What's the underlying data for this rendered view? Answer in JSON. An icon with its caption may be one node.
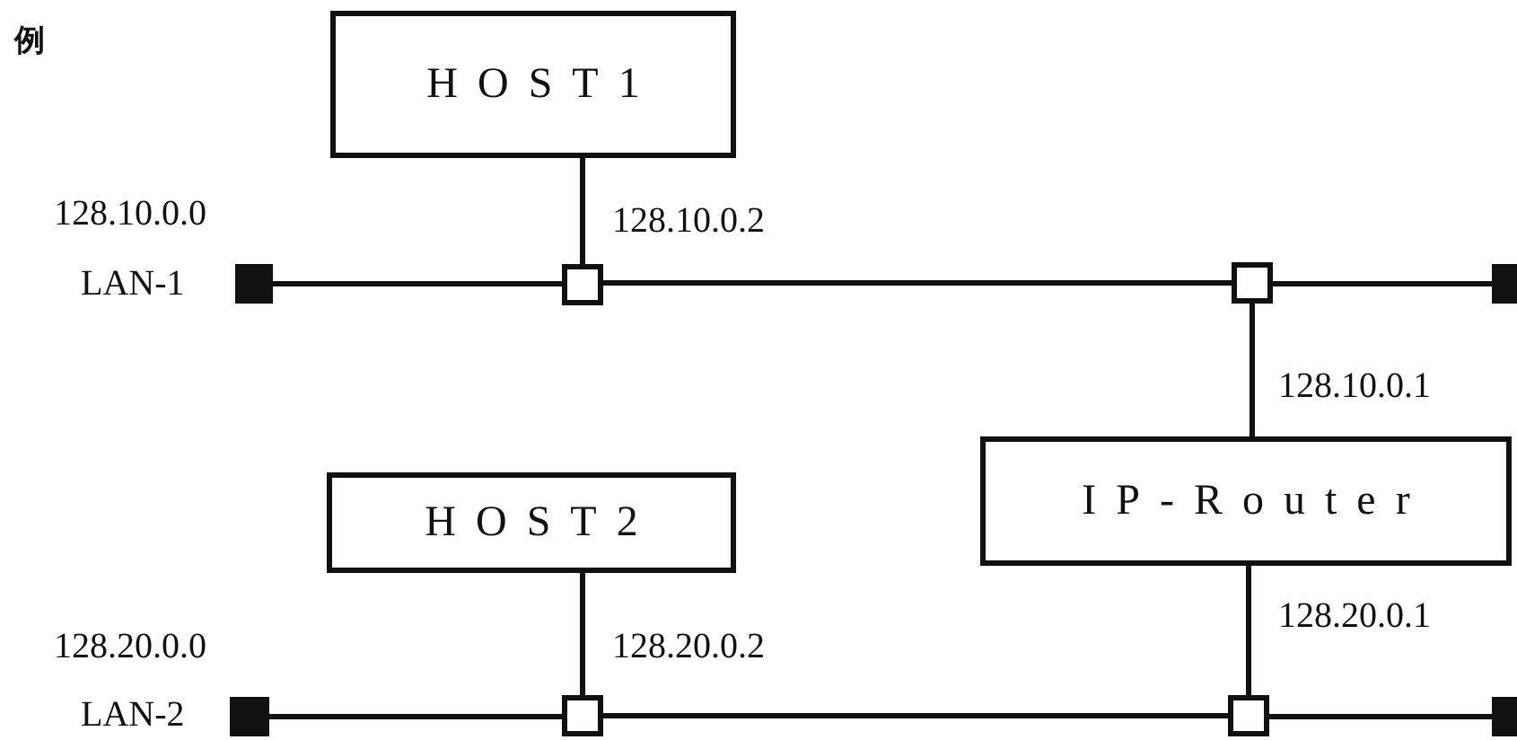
{
  "diagram": {
    "nodes": [
      {
        "text": [
          "HOST1"
        ]
      },
      {
        "text": [],
        "shape": "box"
      },
      {
        "text": [],
        "shape": "box"
      },
      {
        "text": [],
        "shape": "box"
      },
      {
        "text": [],
        "shape": "box"
      },
      {
        "text": [
          "HOST2"
        ]
      },
      {
        "text": [
          "IP-Router"
        ]
      },
      {
        "text": [],
        "shape": "box"
      },
      {
        "text": [],
        "shape": "box"
      },
      {
        "text": [],
        "shape": "box"
      },
      {
        "text": [],
        "shape": "box"
      }
    ],
    "edges": [
      {
        "from": 1,
        "to": 2,
        "arrow": "none"
      },
      {
        "from": 2,
        "to": 3,
        "arrow": "none"
      },
      {
        "from": 3,
        "to": 4,
        "arrow": "none"
      },
      {
        "from": 0,
        "to": 2,
        "arrow": "none"
      },
      {
        "from": 3,
        "to": 6,
        "arrow": "none"
      },
      {
        "from": 5,
        "to": 8,
        "arrow": "none"
      },
      {
        "from": 6,
        "to": 9,
        "arrow": "none"
      },
      {
        "from": 7,
        "to": 8,
        "arrow": "none"
      },
      {
        "from": 8,
        "to": 9,
        "arrow": "none"
      },
      {
        "from": 9,
        "to": 10,
        "arrow": "none"
      }
    ],
    "labels": [
      "例",
      "128.10.0.0",
      "128.10.0.2",
      "LAN-1",
      "128.10.0.1",
      "128.20.0.1",
      "128.20.0.0",
      "128.20.0.2",
      "LAN-2"
    ]
  }
}
